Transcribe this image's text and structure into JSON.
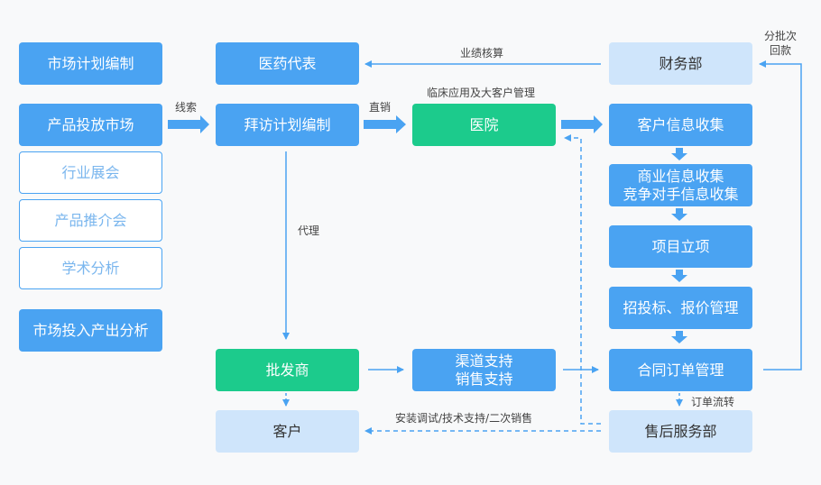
{
  "left": {
    "market_plan": "市场计划编制",
    "product_launch": "产品投放市场",
    "industry_expo": "行业展会",
    "product_promo": "产品推介会",
    "academic": "学术分析",
    "io_analysis": "市场投入产出分析"
  },
  "middle": {
    "pharma_rep": "医药代表",
    "visit_plan": "拜访计划编制",
    "wholesaler": "批发商",
    "customer": "客户"
  },
  "center": {
    "hospital": "医院",
    "channel_support": [
      "渠道支持",
      "销售支持"
    ]
  },
  "right": {
    "finance": "财务部",
    "customer_info": "客户信息收集",
    "business_info": [
      "商业信息收集",
      "竞争对手信息收集"
    ],
    "project": "项目立项",
    "bidding": "招投标、报价管理",
    "contract": "合同订单管理",
    "after_sales": "售后服务部"
  },
  "labels": {
    "clue": "线索",
    "direct_sales": "直销",
    "clinical": "临床应用及大客户管理",
    "performance": "业绩核算",
    "agent": "代理",
    "install": "安装调试/技术支持/二次销售",
    "order_flow": "订单流转",
    "batch": [
      "分批次",
      "回款"
    ]
  },
  "colors": {
    "blue": "#4aa3f2",
    "light_blue": "#cfe5fb",
    "green": "#1ccb8c",
    "arrow": "#4aa3f2"
  }
}
